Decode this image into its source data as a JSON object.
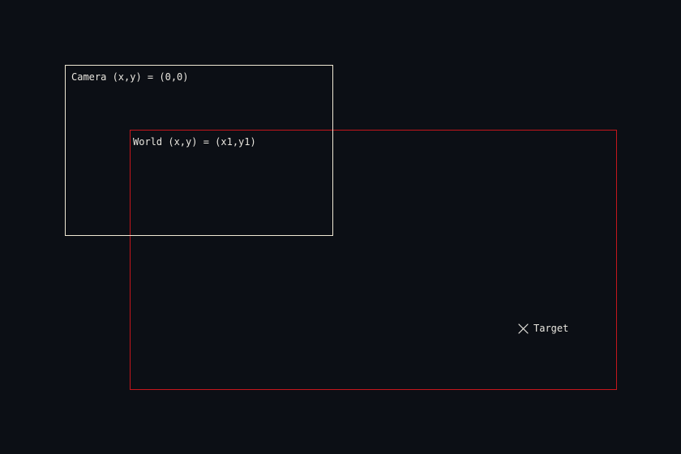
{
  "diagram": {
    "camera": {
      "label": "Camera (x,y) = (0,0)"
    },
    "world": {
      "label": "World (x,y) = (x1,y1)"
    },
    "target": {
      "icon": "x-marker-icon",
      "label": "Target"
    },
    "colors": {
      "background": "#0c0f15",
      "camera_border": "#efe7d3",
      "world_border": "#c4161c",
      "text": "#e9e6df"
    }
  }
}
